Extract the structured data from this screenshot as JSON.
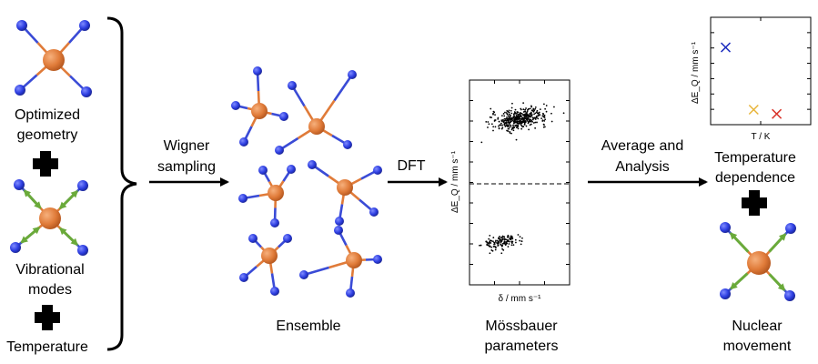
{
  "colors": {
    "iron": "#e07b39",
    "ligand": "#2c3de0",
    "bond_iron": "#e07b39",
    "bond_ligand": "#3a4bd6",
    "vibration": "#6aaa3a",
    "arrow": "#000000"
  },
  "left_inputs": {
    "optimized_geometry": [
      "Optimized",
      "geometry"
    ],
    "vibrational_modes": [
      "Vibrational",
      "modes"
    ],
    "temperature": "Temperature"
  },
  "arrows": {
    "wigner": [
      "Wigner",
      "sampling"
    ],
    "dft": "DFT",
    "average": [
      "Average and",
      "Analysis"
    ]
  },
  "ensemble_label": "Ensemble",
  "mossbauer": {
    "label": [
      "Mössbauer",
      "parameters"
    ],
    "xlabel": "δ / mm s⁻¹",
    "ylabel": "ΔE_Q / mm s⁻¹"
  },
  "temperature_plot": {
    "label": [
      "Temperature",
      "dependence"
    ],
    "xlabel": "T / K",
    "ylabel": "ΔE_Q / mm s⁻¹"
  },
  "nuclear_label": [
    "Nuclear",
    "movement"
  ],
  "chart_data": [
    {
      "type": "scatter",
      "title": "",
      "xlabel": "δ / mm s⁻¹",
      "ylabel": "ΔE_Q / mm s⁻¹",
      "xlim": [
        0,
        1
      ],
      "ylim": [
        -1,
        1
      ],
      "grid": false,
      "reference_line": {
        "y": 0,
        "style": "dashed"
      },
      "series": [
        {
          "center": [
            0.5,
            0.62
          ],
          "spread": [
            0.14,
            0.07
          ],
          "count": 420
        },
        {
          "center": [
            0.32,
            -0.58
          ],
          "spread": [
            0.09,
            0.05
          ],
          "count": 140
        }
      ]
    },
    {
      "type": "scatter",
      "title": "",
      "xlabel": "T / K",
      "ylabel": "ΔE_Q / mm s⁻¹",
      "grid": false,
      "points": [
        {
          "x": 0.15,
          "y": 0.72,
          "color": "#1f2fbf"
        },
        {
          "x": 0.43,
          "y": 0.14,
          "color": "#e8b53a"
        },
        {
          "x": 0.66,
          "y": 0.1,
          "color": "#d9342b"
        }
      ]
    }
  ]
}
